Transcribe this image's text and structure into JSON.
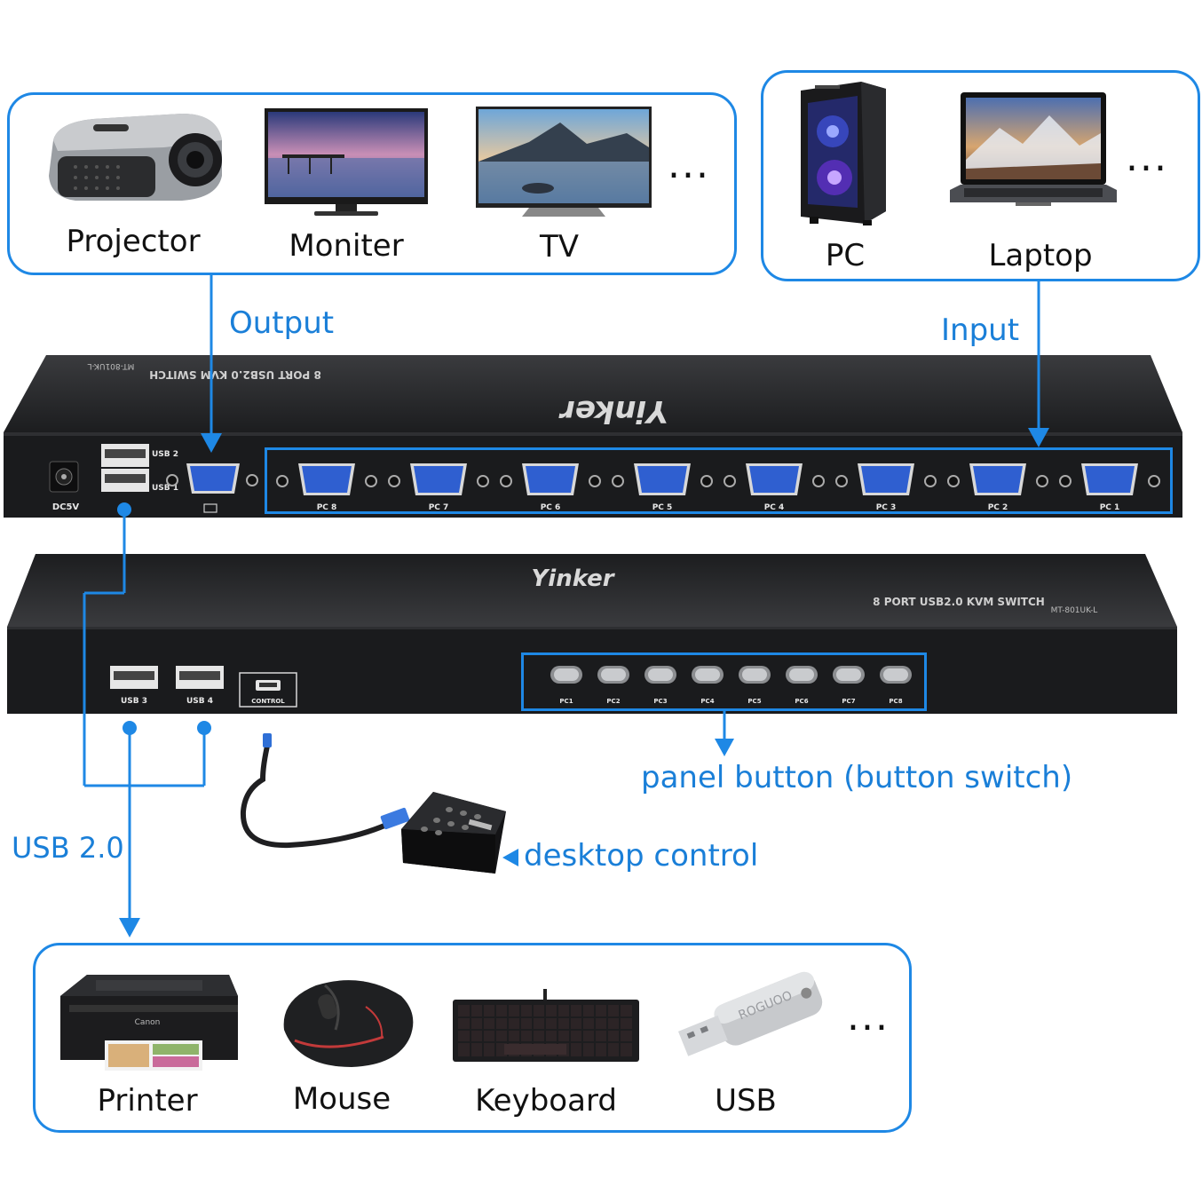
{
  "output_devices": {
    "items": [
      {
        "label": "Projector",
        "icon": "projector-icon"
      },
      {
        "label": "Moniter",
        "icon": "monitor-icon"
      },
      {
        "label": "TV",
        "icon": "tv-icon"
      }
    ],
    "more": "..."
  },
  "input_devices": {
    "items": [
      {
        "label": "PC",
        "icon": "pc-tower-icon"
      },
      {
        "label": "Laptop",
        "icon": "laptop-icon"
      }
    ],
    "more": "..."
  },
  "usb_devices": {
    "items": [
      {
        "label": "Printer",
        "icon": "printer-icon"
      },
      {
        "label": "Mouse",
        "icon": "mouse-icon"
      },
      {
        "label": "Keyboard",
        "icon": "keyboard-icon"
      },
      {
        "label": "USB",
        "icon": "usb-drive-icon"
      }
    ],
    "more": "..."
  },
  "callouts": {
    "output": "Output",
    "input": "Input",
    "usb": "USB 2.0",
    "panel_button": "panel button (button switch)",
    "desktop_control": "desktop control"
  },
  "rear_panel": {
    "brand": "Yinker",
    "model_line": "8 PORT USB2.0 KVM SWITCH",
    "model_no": "MT-801UK-L",
    "power": "DC5V",
    "usb_ports": [
      "USB 2",
      "USB 1"
    ],
    "pc_ports": [
      "PC 8",
      "PC 7",
      "PC 6",
      "PC 5",
      "PC 4",
      "PC 3",
      "PC 2",
      "PC 1"
    ]
  },
  "front_panel": {
    "brand": "Yinker",
    "model_line": "8 PORT USB2.0 KVM SWITCH",
    "model_no": "MT-801UK-L",
    "usb_ports": [
      "USB 3",
      "USB 4"
    ],
    "control_port": "CONTROL",
    "buttons": [
      "PC1",
      "PC2",
      "PC3",
      "PC4",
      "PC5",
      "PC6",
      "PC7",
      "PC8"
    ]
  },
  "colors": {
    "accent": "#1e88e5",
    "callout_text": "#1a7fd8",
    "device_body": "#1b1c1e",
    "vga_port": "#2f5fd0"
  }
}
